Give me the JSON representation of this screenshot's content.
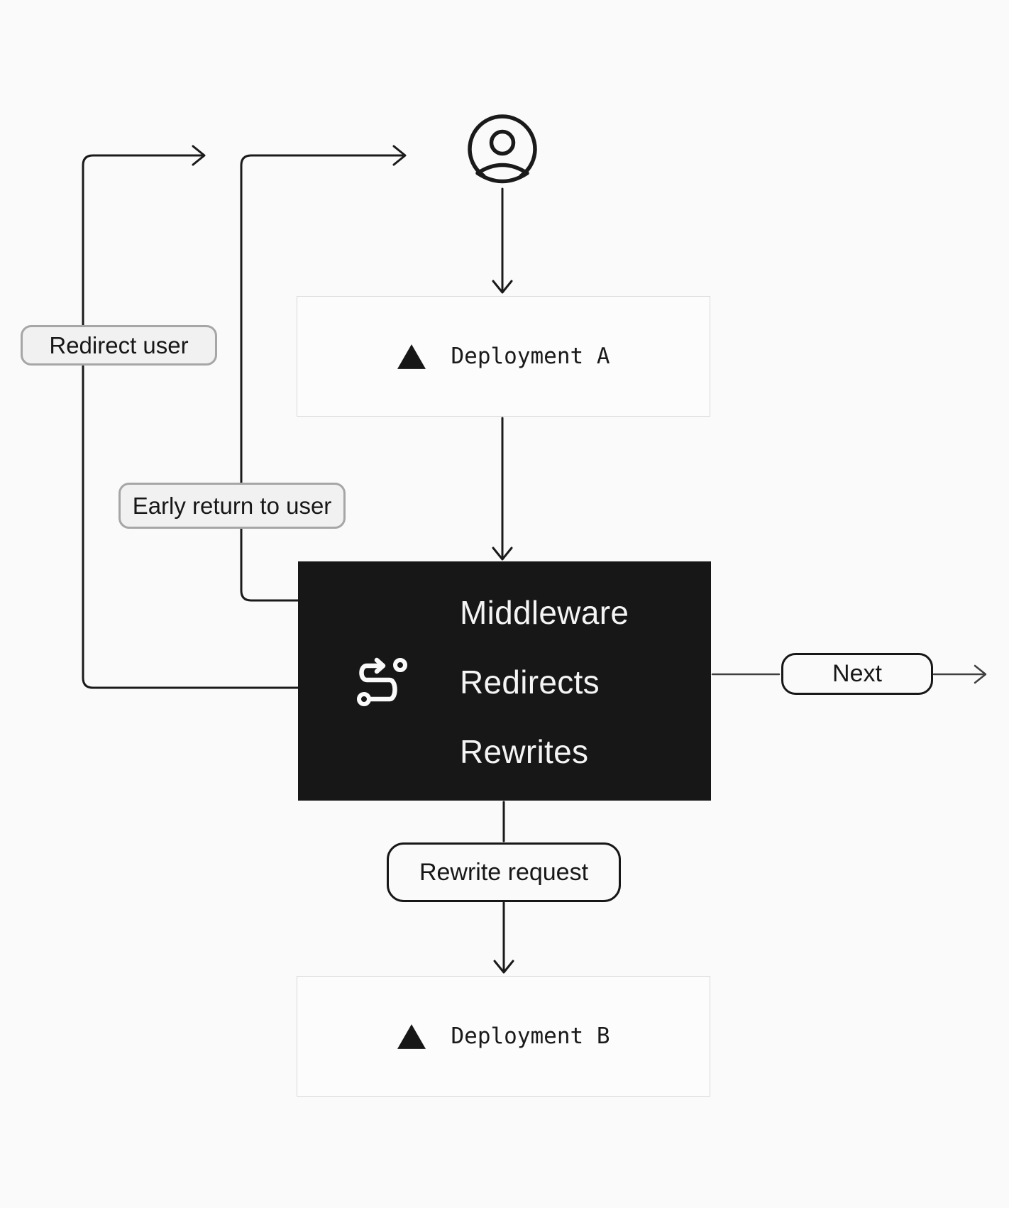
{
  "diagram": {
    "user_node": {
      "icon": "user-circle-icon"
    },
    "deployment_a": {
      "icon": "vercel-triangle-icon",
      "label": "Deployment A"
    },
    "middleware": {
      "icon": "route-icon",
      "lines": [
        "Middleware",
        "Redirects",
        "Rewrites"
      ]
    },
    "deployment_b": {
      "icon": "vercel-triangle-icon",
      "label": "Deployment B"
    },
    "edge_labels": {
      "redirect_user": "Redirect user",
      "early_return_to_user": "Early return to user",
      "next": "Next",
      "rewrite_request": "Rewrite request"
    },
    "colors": {
      "background": "#fafafa",
      "node_background": "#fcfcfc",
      "node_border": "#d9d9d9",
      "middleware_background": "#171717",
      "middleware_text": "#f4f4f4",
      "line": "#1a1a1a",
      "soft_label_border": "#a6a6a6",
      "soft_label_background": "#f1f1f1",
      "text": "#171717"
    }
  }
}
